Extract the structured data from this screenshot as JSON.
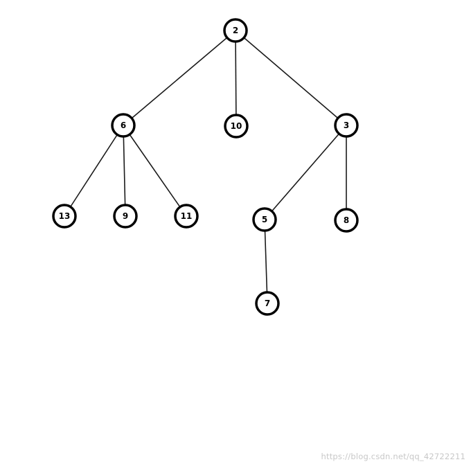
{
  "tree": {
    "nodes": [
      {
        "id": "n2",
        "label": "2"
      },
      {
        "id": "n6",
        "label": "6"
      },
      {
        "id": "n10",
        "label": "10"
      },
      {
        "id": "n3",
        "label": "3"
      },
      {
        "id": "n13",
        "label": "13"
      },
      {
        "id": "n9",
        "label": "9"
      },
      {
        "id": "n11",
        "label": "11"
      },
      {
        "id": "n5",
        "label": "5"
      },
      {
        "id": "n8",
        "label": "8"
      },
      {
        "id": "n7",
        "label": "7"
      }
    ],
    "edges": [
      {
        "from": "n2",
        "to": "n6"
      },
      {
        "from": "n2",
        "to": "n10"
      },
      {
        "from": "n2",
        "to": "n3"
      },
      {
        "from": "n6",
        "to": "n13"
      },
      {
        "from": "n6",
        "to": "n9"
      },
      {
        "from": "n6",
        "to": "n11"
      },
      {
        "from": "n3",
        "to": "n5"
      },
      {
        "from": "n3",
        "to": "n8"
      },
      {
        "from": "n5",
        "to": "n7"
      }
    ]
  },
  "watermark": "https://blog.csdn.net/qq_42722211"
}
